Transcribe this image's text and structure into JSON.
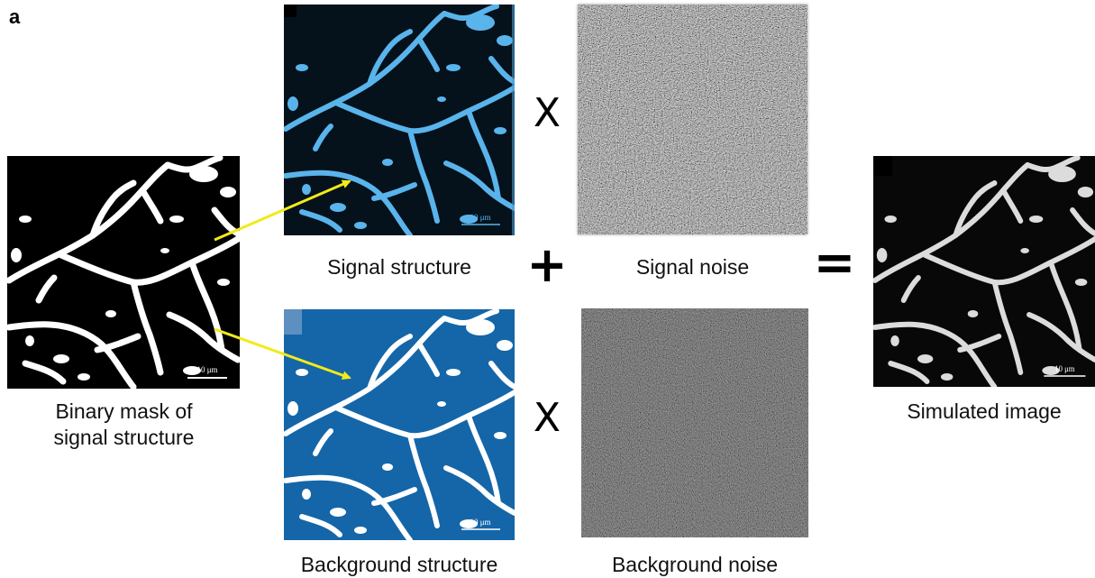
{
  "figure": {
    "panel_letter": "a",
    "operators": {
      "multiply": "X",
      "plus": "+",
      "equals": "="
    }
  },
  "panels": {
    "mask": {
      "label_line1": "Binary mask of",
      "label_line2": "signal structure",
      "scale": "10 μm"
    },
    "signal_structure": {
      "label": "Signal structure",
      "scale": "10 μm"
    },
    "signal_noise": {
      "label": "Signal noise"
    },
    "background_structure": {
      "label": "Background structure",
      "scale": "10 μm"
    },
    "background_noise": {
      "label": "Background noise"
    },
    "simulated": {
      "label": "Simulated image",
      "scale": "10 μm"
    }
  },
  "colors": {
    "arrow": "#f2ea1a",
    "signal_structure_fg": "#5ab4ec",
    "signal_structure_bg": "#05121b",
    "background_structure_bg": "#1466a8",
    "mask_fg": "#ffffff",
    "noise_signal_base": "#6e6e6e",
    "noise_background_base": "#2e2e2e"
  }
}
